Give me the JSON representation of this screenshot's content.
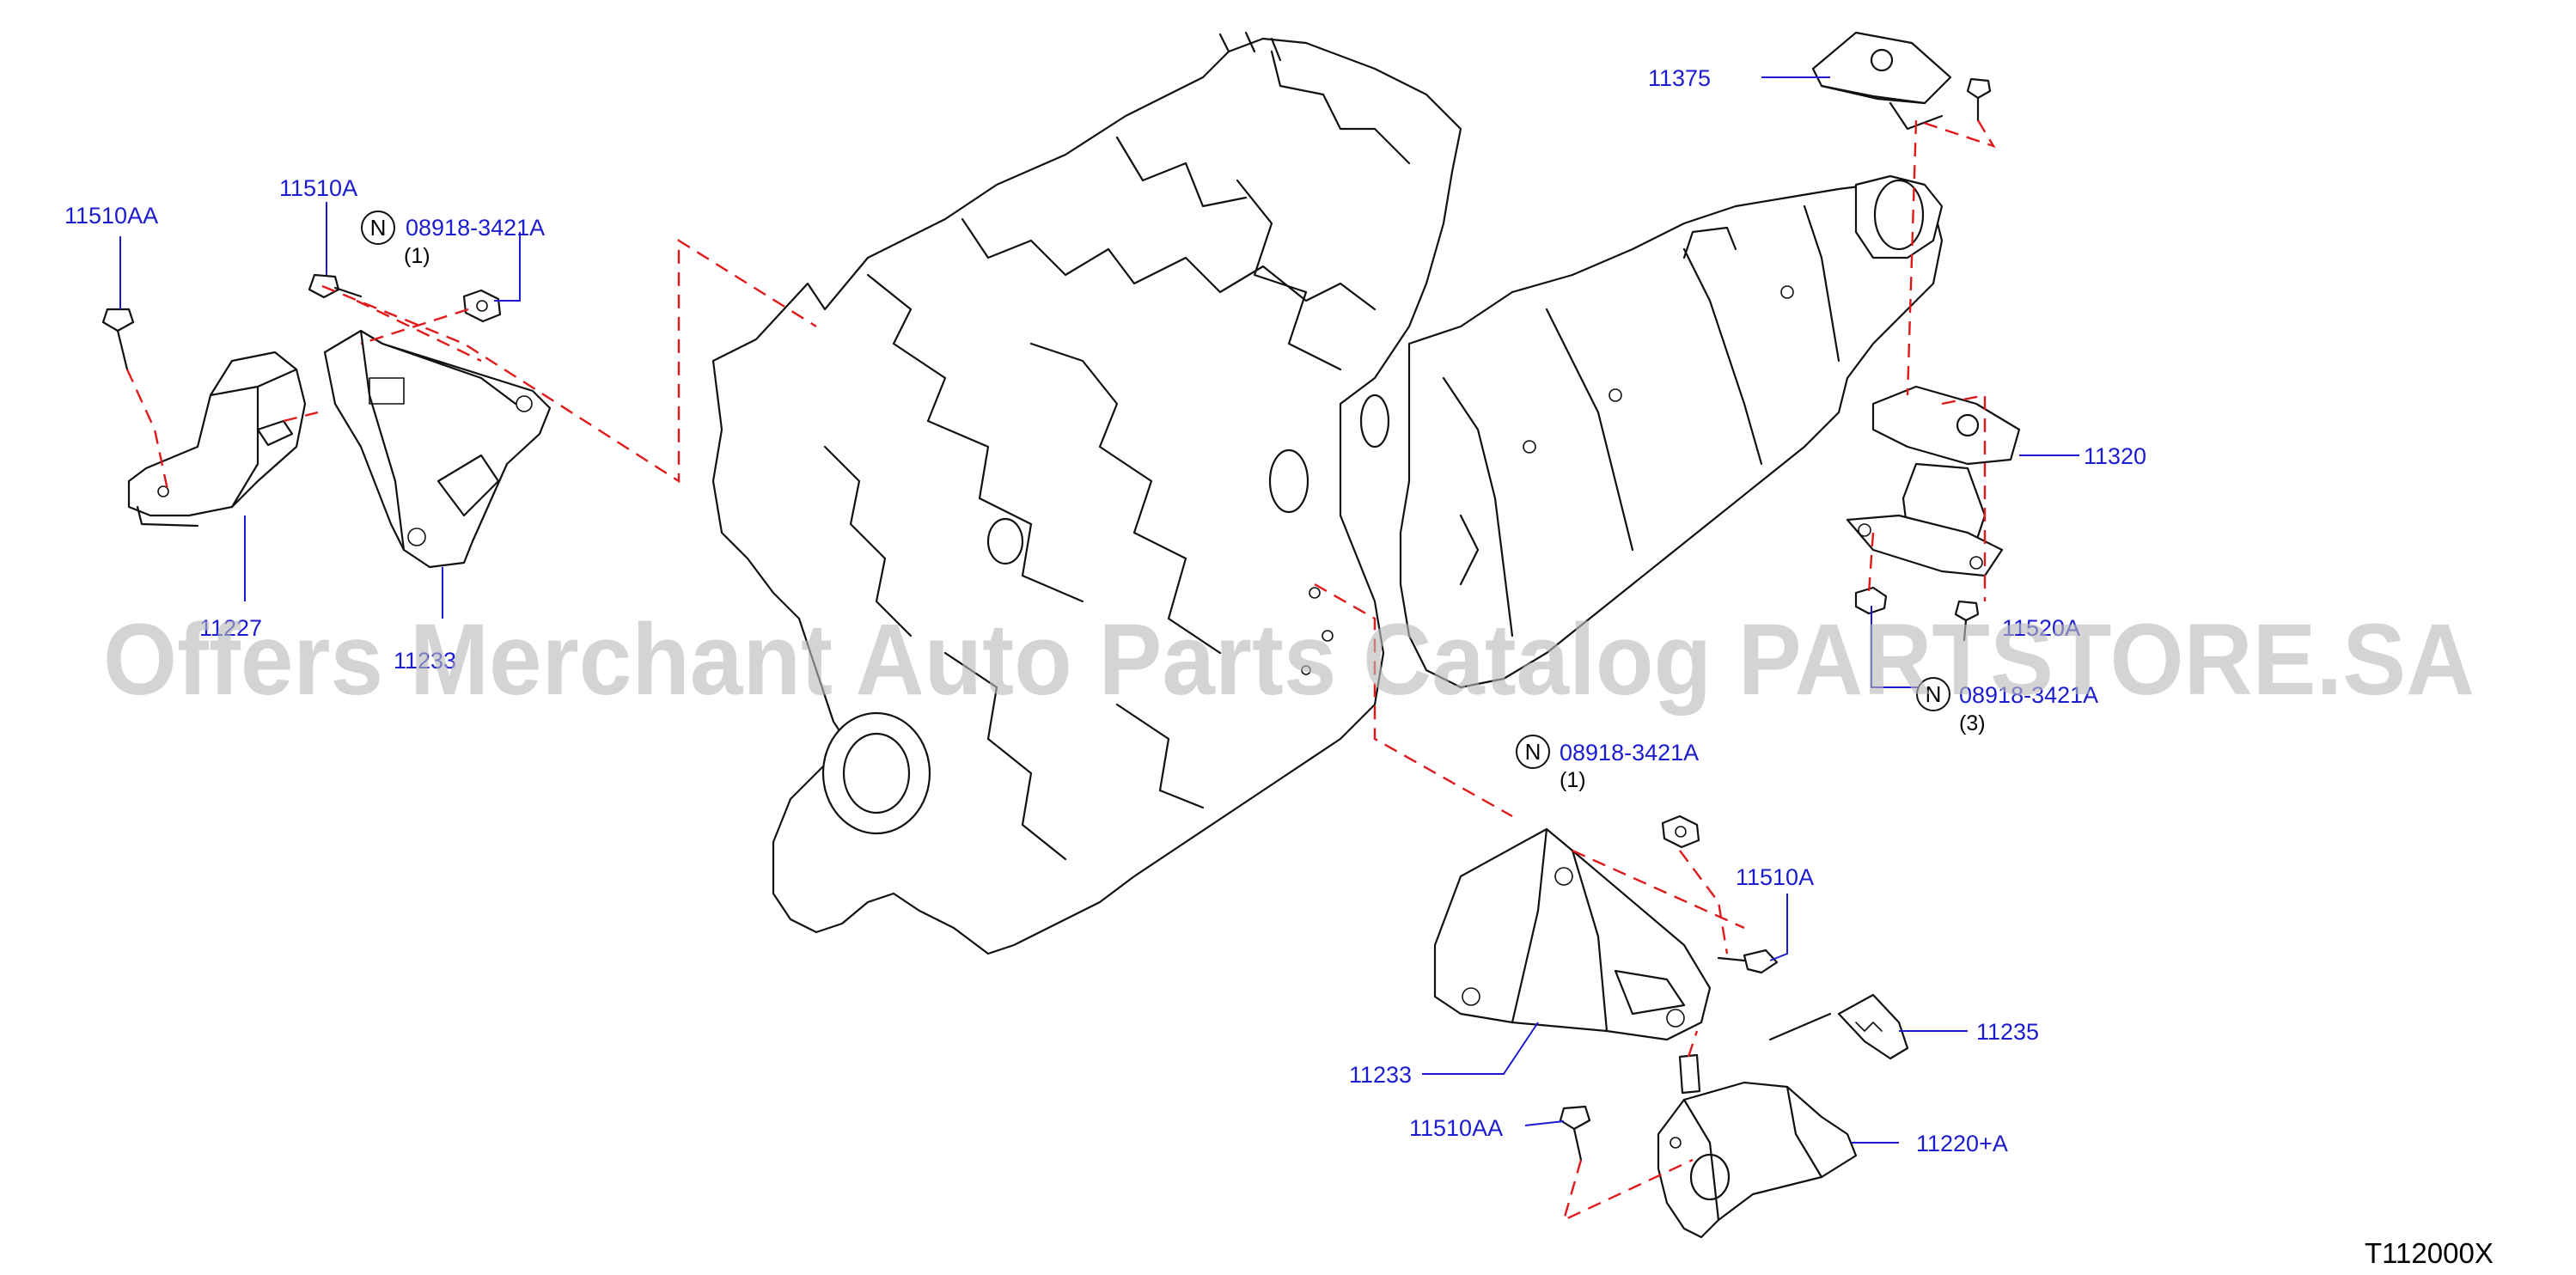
{
  "diagram": {
    "reference_code": "T112000X",
    "watermark": "Offers Merchant Auto Parts Catalog PARTSTORE.SA",
    "callouts": {
      "left_bolt_aa": "11510AA",
      "left_bolt_a": "11510A",
      "left_nut_code": "08918-3421A",
      "left_nut_qty": "(1)",
      "left_insulator": "11227",
      "left_bracket": "11233",
      "top_bracket": "11375",
      "rear_mount": "11320",
      "rear_bolt": "11520A",
      "rear_nut_code": "08918-3421A",
      "rear_nut_qty": "(3)",
      "right_nut_code": "08918-3421A",
      "right_nut_qty": "(1)",
      "right_bolt_a": "11510A",
      "heat_shield": "11235",
      "right_bracket": "11233",
      "right_bolt_aa": "11510AA",
      "right_insulator": "11220+A",
      "n_marker": "N"
    }
  },
  "colors": {
    "callout": "#1b1bd0",
    "dash": "#e0191b",
    "outline": "#111111",
    "watermark": "#b9b9b9"
  }
}
